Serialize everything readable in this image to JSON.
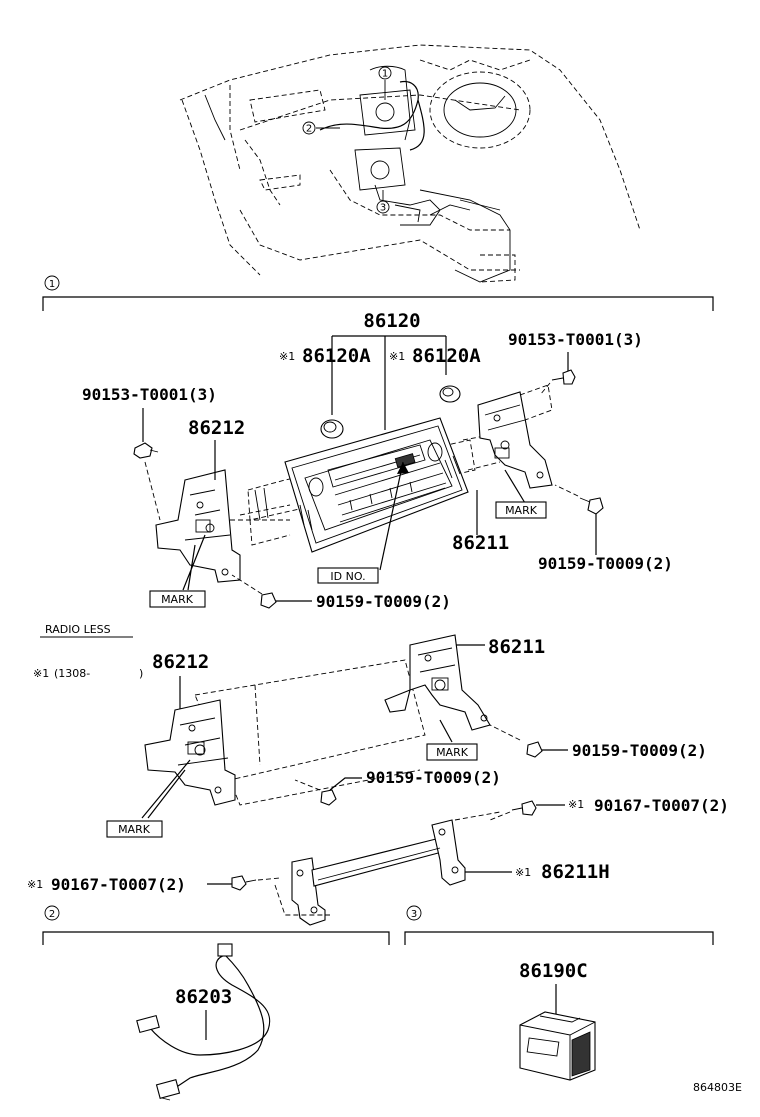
{
  "sections": {
    "s1": "1",
    "s2": "2",
    "s3": "3"
  },
  "overview_callouts": [
    "1",
    "2",
    "3"
  ],
  "upper": {
    "assy": "86120",
    "cap_left": "86120A",
    "cap_right": "86120A",
    "bolt_tl": "90153-T0001(3)",
    "bolt_tr": "90153-T0001(3)",
    "bracket_left": "86212",
    "bracket_right": "86211",
    "screw_right": "90159-T0009(2)",
    "screw_bottom": "90159-T0009(2)",
    "mark_left": "MARK",
    "mark_right": "MARK",
    "id_no": "ID NO."
  },
  "radio_less": {
    "title": "RADIO LESS",
    "note_prefix": "※1",
    "note_range": "(1308-",
    "note_close": ")",
    "bracket_left": "86212",
    "bracket_right": "86211",
    "screw_right": "90159-T0009(2)",
    "screw_mid": "90159-T0009(2)",
    "bolt_right": "90167-T0007(2)",
    "bolt_left": "90167-T0007(2)",
    "bar": "86211H",
    "mark_left": "MARK",
    "mark_right": "MARK"
  },
  "note_mark": "※1",
  "lower": {
    "wire": "86203",
    "switch": "86190C"
  },
  "illustration_id": "864803E"
}
